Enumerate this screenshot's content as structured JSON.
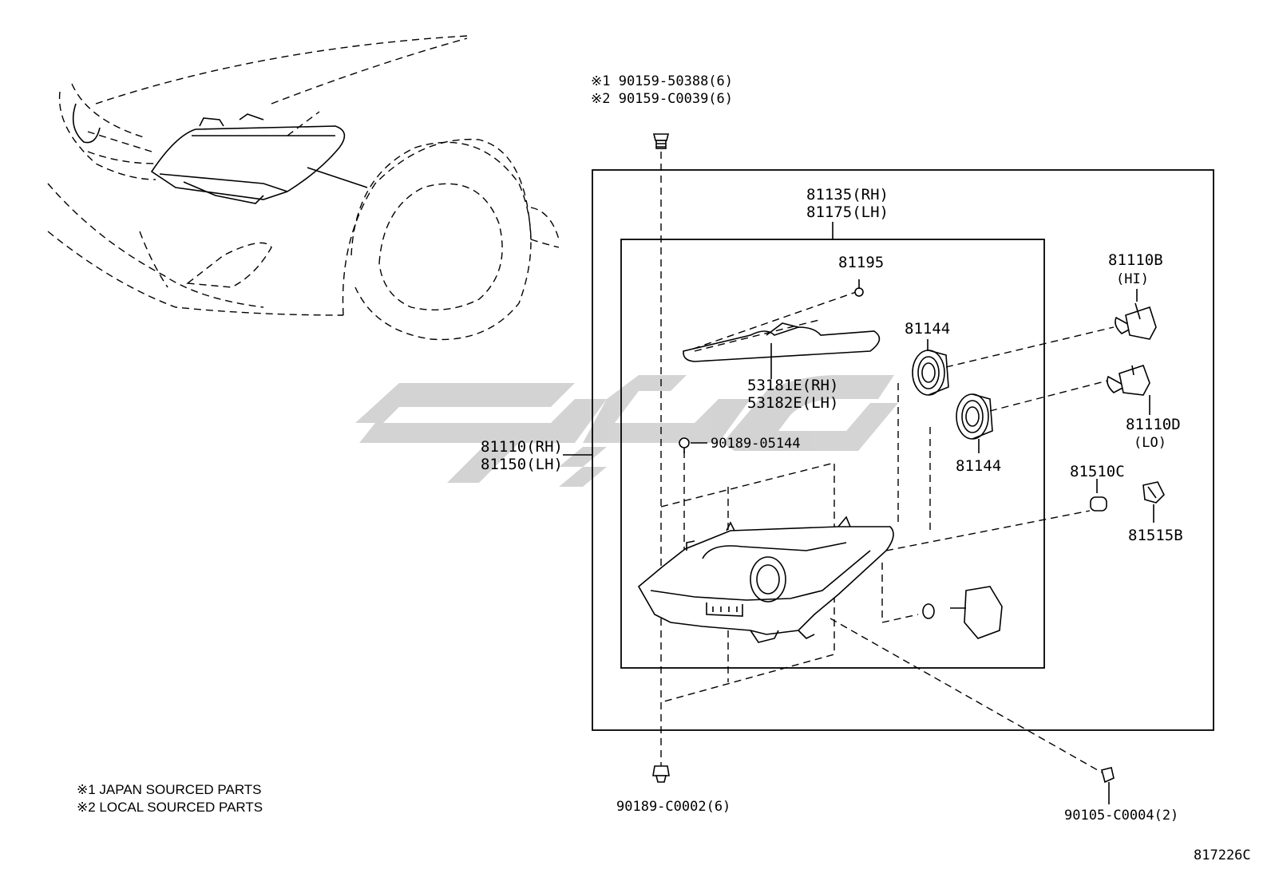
{
  "legend": {
    "jp_fasteners_top": "※1 90159-50388(6)",
    "local_fasteners_top": "※2 90159-C0039(6)",
    "note1": "※1 JAPAN SOURCED PARTS",
    "note2": "※2 LOCAL SOURCED PARTS"
  },
  "labels": {
    "outer_assy_rh": "81110(RH)",
    "outer_assy_lh": "81150(LH)",
    "inner_assy_rh": "81135(RH)",
    "inner_assy_lh": "81175(LH)",
    "screw_81195": "81195",
    "cover_rh": "53181E(RH)",
    "cover_lh": "53182E(LH)",
    "cap_upper": "81144",
    "cap_lower": "81144",
    "bulb_hi_part": "81110B",
    "bulb_hi_tag": "(HI)",
    "bulb_lo_part": "81110D",
    "bulb_lo_tag": "(LO)",
    "bulb_small": "81510C",
    "socket": "81515B",
    "screw_mid": "90189-05144",
    "bolt_bottom": "90189-C0002(6)",
    "bolt_right": "90105-C0004(2)",
    "drawing_no": "817226C"
  }
}
